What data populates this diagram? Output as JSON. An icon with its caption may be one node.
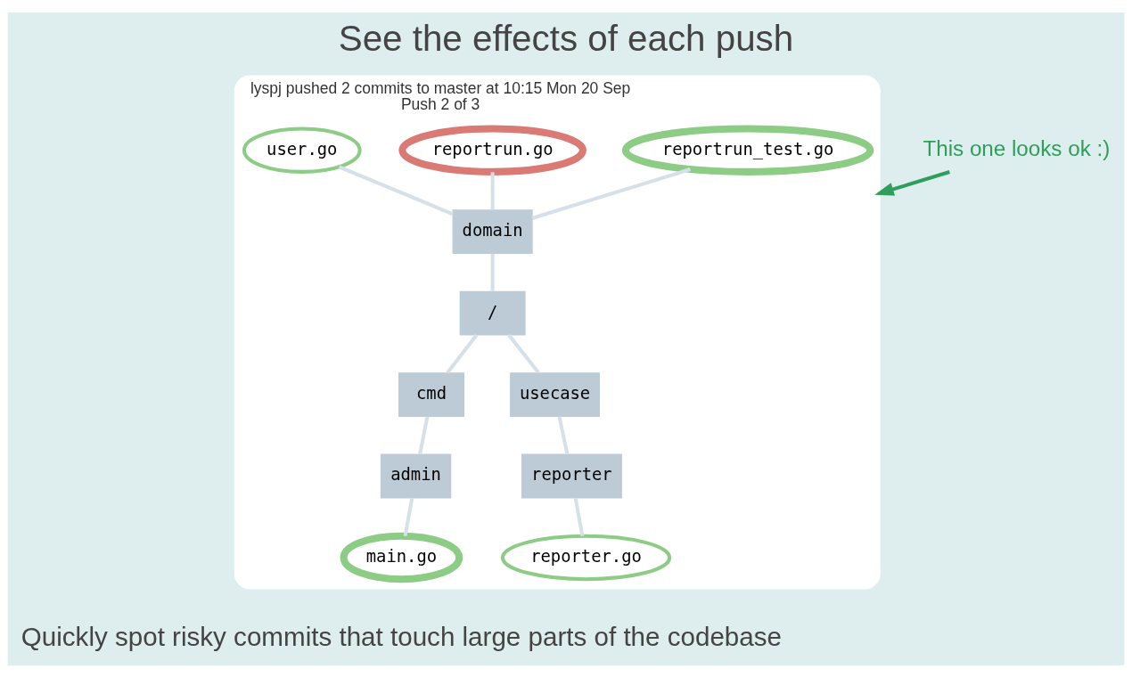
{
  "diagram": {
    "title": "See the effects of each push",
    "caption": "Quickly spot risky commits that touch large parts of the codebase",
    "nodes": [
      {
        "text": [
          "lyspj pushed 2 commits to master at 10:15 Mon 20 Sep",
          "Push 2 of 3"
        ]
      },
      {
        "text": [
          "/"
        ],
        "in": 0
      },
      {
        "text": [
          "domain"
        ],
        "in": 0
      },
      {
        "text": [
          "reportrun_test.go"
        ],
        "in": 0
      },
      {
        "text": [
          "reportrun.go"
        ],
        "in": 0
      },
      {
        "text": [
          "user.go"
        ],
        "in": 0
      },
      {
        "text": [
          "cmd"
        ],
        "in": 0
      },
      {
        "text": [
          "usecase"
        ],
        "in": 0
      },
      {
        "text": [
          "admin"
        ],
        "in": 0
      },
      {
        "text": [
          "main.go"
        ],
        "in": 0
      },
      {
        "text": [
          "reporter"
        ],
        "in": 0
      },
      {
        "text": [
          "reporter.go"
        ],
        "in": 0
      },
      {
        "text": [
          "This one looks ok :)"
        ]
      }
    ],
    "edges": [
      {
        "from": 3,
        "to": 2,
        "arrow": "none"
      },
      {
        "from": 4,
        "to": 2,
        "arrow": "none"
      },
      {
        "from": 5,
        "to": 2,
        "arrow": "none"
      },
      {
        "from": 2,
        "to": 1,
        "arrow": "none"
      },
      {
        "from": 1,
        "to": 6,
        "arrow": "none"
      },
      {
        "from": 1,
        "to": 7,
        "arrow": "none"
      },
      {
        "from": 6,
        "to": 8,
        "arrow": "none"
      },
      {
        "from": 8,
        "to": 9,
        "arrow": "none"
      },
      {
        "from": 7,
        "to": 10,
        "arrow": "none"
      },
      {
        "from": 10,
        "to": 11,
        "arrow": "none"
      },
      {
        "from": 12,
        "to": 0,
        "arrow": "to",
        "color": "#2e9e5a"
      }
    ]
  }
}
